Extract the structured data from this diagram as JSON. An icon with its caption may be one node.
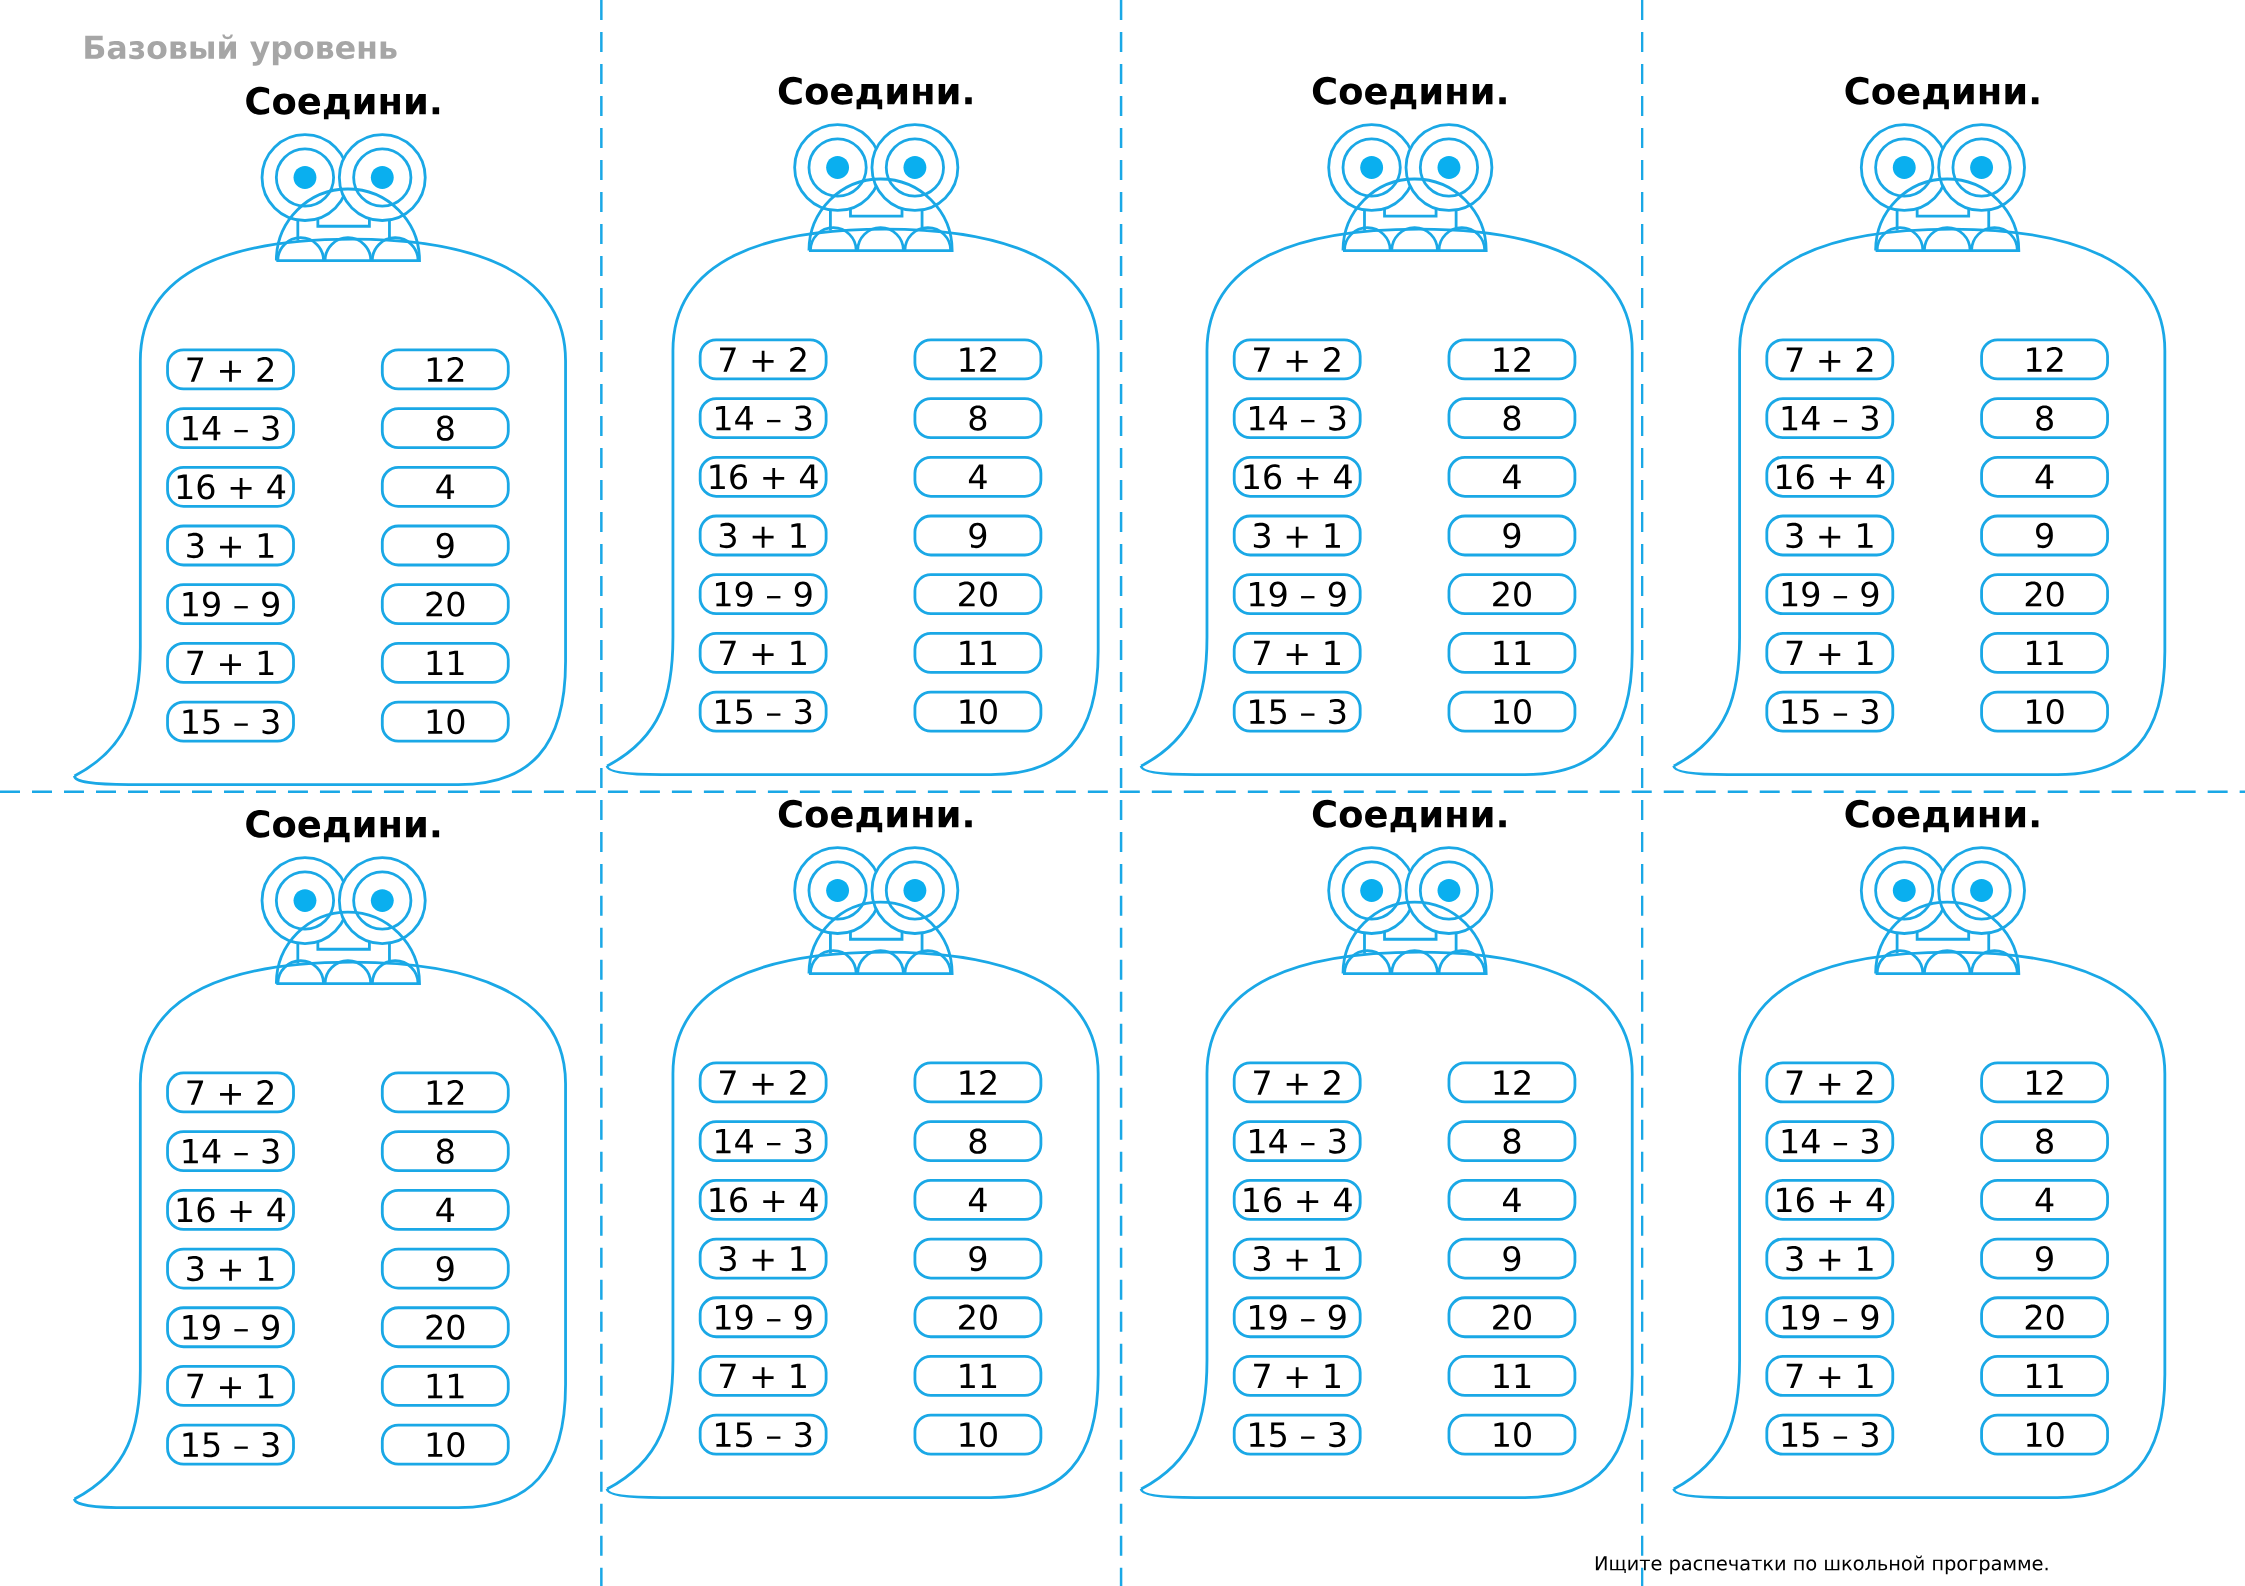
{
  "diagram": {
    "nodes": [
      {
        "text": [
          "Соедини."
        ]
      },
      {
        "text": [
          "7 + 2"
        ],
        "in": 0
      },
      {
        "text": [
          "12"
        ],
        "in": 0
      },
      {
        "text": [
          "14 – 3"
        ],
        "in": 0
      },
      {
        "text": [
          "8"
        ],
        "in": 0
      },
      {
        "text": [
          "16 + 4"
        ],
        "in": 0
      },
      {
        "text": [
          "4"
        ],
        "in": 0
      },
      {
        "text": [
          "3 + 1"
        ],
        "in": 0
      },
      {
        "text": [
          "9"
        ],
        "in": 0
      },
      {
        "text": [
          "19 – 9"
        ],
        "in": 0
      },
      {
        "text": [
          "20"
        ],
        "in": 0
      },
      {
        "text": [
          "7 + 1"
        ],
        "in": 0
      },
      {
        "text": [
          "11"
        ],
        "in": 0
      },
      {
        "text": [
          "15 – 3"
        ],
        "in": 0
      },
      {
        "text": [
          "10"
        ],
        "in": 0
      },
      {
        "text": [
          "Соедини."
        ]
      },
      {
        "text": [
          "7 + 2"
        ],
        "in": 15
      },
      {
        "text": [
          "12"
        ],
        "in": 15
      },
      {
        "text": [
          "14 – 3"
        ],
        "in": 15
      },
      {
        "text": [
          "8"
        ],
        "in": 15
      },
      {
        "text": [
          "16 + 4"
        ],
        "in": 15
      },
      {
        "text": [
          "4"
        ],
        "in": 15
      },
      {
        "text": [
          "3 + 1"
        ],
        "in": 15
      },
      {
        "text": [
          "9"
        ],
        "in": 15
      },
      {
        "text": [
          "19 – 9"
        ],
        "in": 15
      },
      {
        "text": [
          "20"
        ],
        "in": 15
      },
      {
        "text": [
          "7 + 1"
        ],
        "in": 15
      },
      {
        "text": [
          "11"
        ],
        "in": 15
      },
      {
        "text": [
          "15 – 3"
        ],
        "in": 15
      },
      {
        "text": [
          "10"
        ],
        "in": 15
      },
      {
        "text": [
          "Соедини."
        ]
      },
      {
        "text": [
          "7 + 2"
        ],
        "in": 30
      },
      {
        "text": [
          "12"
        ],
        "in": 30
      },
      {
        "text": [
          "14 – 3"
        ],
        "in": 30
      },
      {
        "text": [
          "8"
        ],
        "in": 30
      },
      {
        "text": [
          "16 + 4"
        ],
        "in": 30
      },
      {
        "text": [
          "4"
        ],
        "in": 30
      },
      {
        "text": [
          "3 + 1"
        ],
        "in": 30
      },
      {
        "text": [
          "9"
        ],
        "in": 30
      },
      {
        "text": [
          "19 – 9"
        ],
        "in": 30
      },
      {
        "text": [
          "20"
        ],
        "in": 30
      },
      {
        "text": [
          "7 + 1"
        ],
        "in": 30
      },
      {
        "text": [
          "11"
        ],
        "in": 30
      },
      {
        "text": [
          "15 – 3"
        ],
        "in": 30
      },
      {
        "text": [
          "10"
        ],
        "in": 30
      },
      {
        "text": [
          "Соедини."
        ]
      },
      {
        "text": [
          "7 + 2"
        ],
        "in": 45
      },
      {
        "text": [
          "12"
        ],
        "in": 45
      },
      {
        "text": [
          "14 – 3"
        ],
        "in": 45
      },
      {
        "text": [
          "8"
        ],
        "in": 45
      },
      {
        "text": [
          "16 + 4"
        ],
        "in": 45
      },
      {
        "text": [
          "4"
        ],
        "in": 45
      },
      {
        "text": [
          "3 + 1"
        ],
        "in": 45
      },
      {
        "text": [
          "9"
        ],
        "in": 45
      },
      {
        "text": [
          "19 – 9"
        ],
        "in": 45
      },
      {
        "text": [
          "20"
        ],
        "in": 45
      },
      {
        "text": [
          "7 + 1"
        ],
        "in": 45
      },
      {
        "text": [
          "11"
        ],
        "in": 45
      },
      {
        "text": [
          "15 – 3"
        ],
        "in": 45
      },
      {
        "text": [
          "10"
        ],
        "in": 45
      },
      {
        "text": [
          "Соедини."
        ]
      },
      {
        "text": [
          "7 + 2"
        ],
        "in": 60
      },
      {
        "text": [
          "12"
        ],
        "in": 60
      },
      {
        "text": [
          "14 – 3"
        ],
        "in": 60
      },
      {
        "text": [
          "8"
        ],
        "in": 60
      },
      {
        "text": [
          "16 + 4"
        ],
        "in": 60
      },
      {
        "text": [
          "4"
        ],
        "in": 60
      },
      {
        "text": [
          "3 + 1"
        ],
        "in": 60
      },
      {
        "text": [
          "9"
        ],
        "in": 60
      },
      {
        "text": [
          "19 – 9"
        ],
        "in": 60
      },
      {
        "text": [
          "20"
        ],
        "in": 60
      },
      {
        "text": [
          "7 + 1"
        ],
        "in": 60
      },
      {
        "text": [
          "11"
        ],
        "in": 60
      },
      {
        "text": [
          "15 – 3"
        ],
        "in": 60
      },
      {
        "text": [
          "10"
        ],
        "in": 60
      },
      {
        "text": [
          "Соедини."
        ]
      },
      {
        "text": [
          "7 + 2"
        ],
        "in": 75
      },
      {
        "text": [
          "12"
        ],
        "in": 75
      },
      {
        "text": [
          "14 – 3"
        ],
        "in": 75
      },
      {
        "text": [
          "8"
        ],
        "in": 75
      },
      {
        "text": [
          "16 + 4"
        ],
        "in": 75
      },
      {
        "text": [
          "4"
        ],
        "in": 75
      },
      {
        "text": [
          "3 + 1"
        ],
        "in": 75
      },
      {
        "text": [
          "9"
        ],
        "in": 75
      },
      {
        "text": [
          "19 – 9"
        ],
        "in": 75
      },
      {
        "text": [
          "20"
        ],
        "in": 75
      },
      {
        "text": [
          "7 + 1"
        ],
        "in": 75
      },
      {
        "text": [
          "11"
        ],
        "in": 75
      },
      {
        "text": [
          "15 – 3"
        ],
        "in": 75
      },
      {
        "text": [
          "10"
        ],
        "in": 75
      },
      {
        "text": [
          "Соедини."
        ]
      },
      {
        "text": [
          "7 + 2"
        ],
        "in": 90
      },
      {
        "text": [
          "12"
        ],
        "in": 90
      },
      {
        "text": [
          "14 – 3"
        ],
        "in": 90
      },
      {
        "text": [
          "8"
        ],
        "in": 90
      },
      {
        "text": [
          "16 + 4"
        ],
        "in": 90
      },
      {
        "text": [
          "4"
        ],
        "in": 90
      },
      {
        "text": [
          "3 + 1"
        ],
        "in": 90
      },
      {
        "text": [
          "9"
        ],
        "in": 90
      },
      {
        "text": [
          "19 – 9"
        ],
        "in": 90
      },
      {
        "text": [
          "20"
        ],
        "in": 90
      },
      {
        "text": [
          "7 + 1"
        ],
        "in": 90
      },
      {
        "text": [
          "11"
        ],
        "in": 90
      },
      {
        "text": [
          "15 – 3"
        ],
        "in": 90
      },
      {
        "text": [
          "10"
        ],
        "in": 90
      },
      {
        "text": [
          "Соедини."
        ]
      },
      {
        "text": [
          "7 + 2"
        ],
        "in": 105
      },
      {
        "text": [
          "12"
        ],
        "in": 105
      },
      {
        "text": [
          "14 – 3"
        ],
        "in": 105
      },
      {
        "text": [
          "8"
        ],
        "in": 105
      },
      {
        "text": [
          "16 + 4"
        ],
        "in": 105
      },
      {
        "text": [
          "4"
        ],
        "in": 105
      },
      {
        "text": [
          "3 + 1"
        ],
        "in": 105
      },
      {
        "text": [
          "9"
        ],
        "in": 105
      },
      {
        "text": [
          "19 – 9"
        ],
        "in": 105
      },
      {
        "text": [
          "20"
        ],
        "in": 105
      },
      {
        "text": [
          "7 + 1"
        ],
        "in": 105
      },
      {
        "text": [
          "11"
        ],
        "in": 105
      },
      {
        "text": [
          "15 – 3"
        ],
        "in": 105
      },
      {
        "text": [
          "10"
        ],
        "in": 105
      }
    ],
    "labels": [
      "Базовый уровень",
      "Ищите распечатки по школьной программе."
    ]
  }
}
